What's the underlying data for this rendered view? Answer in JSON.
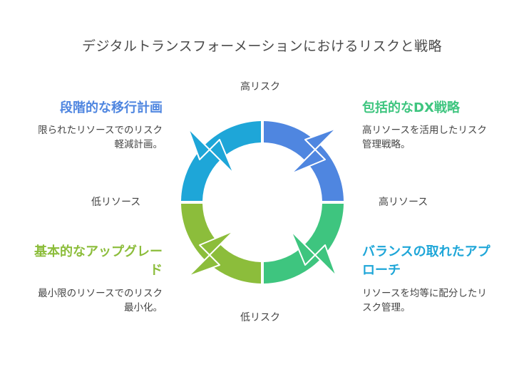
{
  "title": "デジタルトランスフォーメーションにおけるリスクと戦略",
  "axes": {
    "top": "高リスク",
    "bottom": "低リスク",
    "left": "低リソース",
    "right": "高リソース"
  },
  "quadrants": {
    "top_left": {
      "title": "段階的な移行計画",
      "desc_line1": "限られたリソースでのリスク",
      "desc_line2": "軽減計画。",
      "color": "#1ea6d8"
    },
    "top_right": {
      "title": "包括的なDX戦略",
      "desc_line1": "高リソースを活用したリスク",
      "desc_line2": "管理戦略。",
      "color": "#4f86e0"
    },
    "bottom_left": {
      "title_line1": "基本的なアップグレー",
      "title_line2": "ド",
      "desc_line1": "最小限のリソースでのリスク",
      "desc_line2": "最小化。",
      "color": "#8cbd3b"
    },
    "bottom_right": {
      "title_line1": "バランスの取れたアプ",
      "title_line2": "ローチ",
      "desc_line1": "リソースを均等に配分したリ",
      "desc_line2": "スク管理。",
      "color": "#3ec57f"
    }
  }
}
